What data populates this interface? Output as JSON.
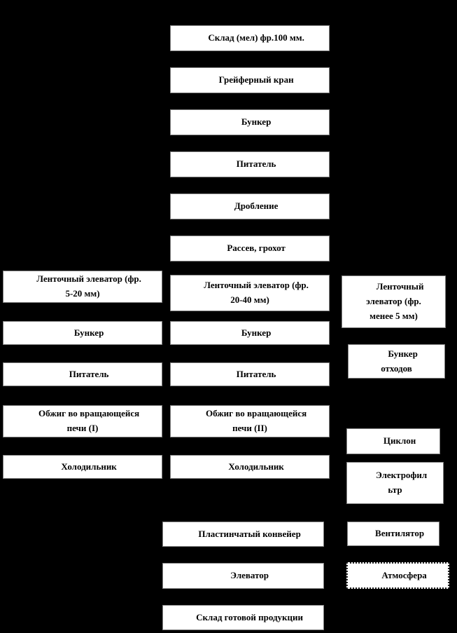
{
  "colors": {
    "background": "#000000",
    "node_fill": "#ffffff",
    "node_border": "#808080",
    "node_text": "#000000"
  },
  "diagram": {
    "description": "Process flow diagram of chalk processing and lime production",
    "nodes": [
      {
        "id": "sklad-mel",
        "label": "Склад (мел) фр.100 мм."
      },
      {
        "id": "greyferny-kran",
        "label": "Грейферный кран"
      },
      {
        "id": "bunker-main",
        "label": "Бункер"
      },
      {
        "id": "pitatel-main",
        "label": "Питатель"
      },
      {
        "id": "droblenie",
        "label": "Дробление"
      },
      {
        "id": "rassev-grohot",
        "label": "Рассев, грохот"
      },
      {
        "id": "lentochny-elevator-5-20",
        "label": "Ленточный элеватор (фр.\n5-20 мм)"
      },
      {
        "id": "lentochny-elevator-20-40",
        "label": "Ленточный элеватор (фр.\n20-40 мм)"
      },
      {
        "id": "lentochny-elevator-menee-5",
        "label": "Ленточный\nэлеватор (фр.\nменее 5 мм)"
      },
      {
        "id": "bunker-left",
        "label": "Бункер"
      },
      {
        "id": "bunker-mid",
        "label": "Бункер"
      },
      {
        "id": "bunker-othodov",
        "label": "Бункер\nотходов"
      },
      {
        "id": "pitatel-left",
        "label": "Питатель"
      },
      {
        "id": "pitatel-mid",
        "label": "Питатель"
      },
      {
        "id": "obzhig-pech-1",
        "label": "Обжиг во вращающейся\nпечи (I)"
      },
      {
        "id": "obzhig-pech-2",
        "label": "Обжиг во вращающейся\nпечи (II)"
      },
      {
        "id": "kholodilnik-left",
        "label": "Холодильник"
      },
      {
        "id": "kholodilnik-mid",
        "label": "Холодильник"
      },
      {
        "id": "tsiklon",
        "label": "Циклон"
      },
      {
        "id": "elektrofiltr",
        "label": "Электрофил\nьтр"
      },
      {
        "id": "plastinchaty-konveyer",
        "label": "Пластинчатый конвейер"
      },
      {
        "id": "ventilyator",
        "label": "Вентилятор"
      },
      {
        "id": "elevator",
        "label": "Элеватор"
      },
      {
        "id": "atmosfera",
        "label": "Атмосфера"
      },
      {
        "id": "sklad-gotovoy-produkcii",
        "label": "Склад готовой продукции"
      }
    ]
  }
}
